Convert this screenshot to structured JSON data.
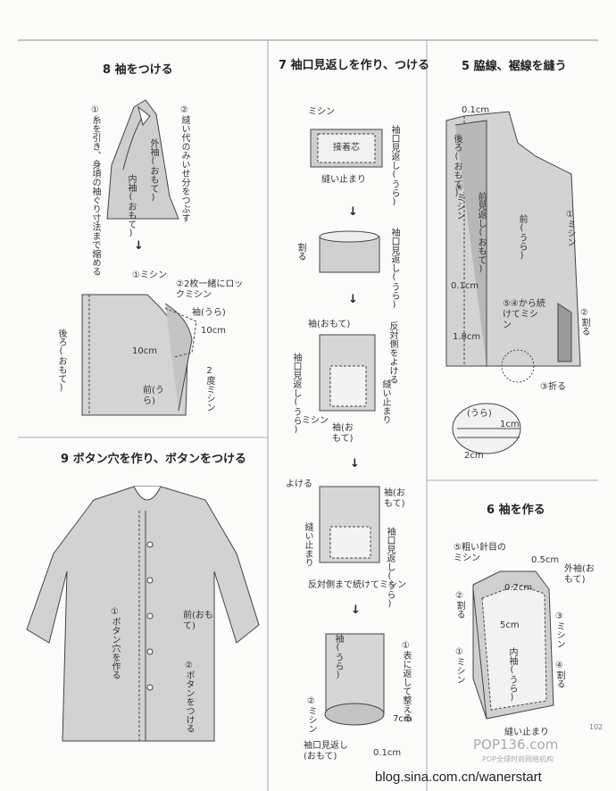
{
  "steps": {
    "s8": {
      "title": "8 袖をつける",
      "labels": {
        "l1": "①糸を引き、身頃の袖ぐり寸法まで縮める",
        "l2": "②縫い代のみいせ分をつぶす",
        "outer_sleeve": "外袖(おもて)",
        "inner_sleeve": "内袖(おもて)",
        "machine1": "①ミシン",
        "lock": "②2枚一緒にロックミシン",
        "sleeve_wrong": "袖(うら)",
        "cm10a": "10cm",
        "cm10b": "10cm",
        "back": "後ろ(おもて)",
        "front": "前(うら)",
        "double": "2度ミシン"
      }
    },
    "s9": {
      "title": "9 ボタン穴を作り、ボタンをつける",
      "labels": {
        "hole": "①ボタン穴を作る",
        "front": "前(おもて)",
        "button": "②ボタンをつける"
      }
    },
    "s7": {
      "title": "7 袖口見返しを作り、つける",
      "labels": {
        "machine": "ミシン",
        "facing_wrong": "袖口見返し(うら)",
        "interfacing": "接着芯",
        "stop": "縫い止まり",
        "split": "割る",
        "facing_wrong2": "袖口見返し(うら)",
        "sleeve_face": "袖(おもて)",
        "avoid_other": "反対側をよける",
        "facing_wrong3": "袖口見返し(うら)",
        "stop2": "縫い止まり",
        "machine2": "ミシン",
        "sleeve_face2": "袖(おもて)",
        "avoid": "よける",
        "sleeve_face3": "袖(おもて)",
        "stop3": "縫い止まり",
        "facing_wrong4": "袖口見返し(うら)",
        "continue": "反対側まで続けてミシン",
        "sleeve_wrong": "袖(うら)",
        "fold_front": "①表に返して整える",
        "machine3": "②ミシン",
        "cm7": "7cm",
        "facing_face": "袖口見返し(おもて)",
        "cm01": "0.1cm"
      }
    },
    "s5": {
      "title": "5 脇線、裾線を縫う",
      "labels": {
        "cm01a": "0.1cm",
        "back": "後ろ(おもて)",
        "machine4": "④ミシン",
        "facing": "前見返し(おもて)",
        "front": "前(うら)",
        "machine1": "①ミシン",
        "cm01b": "0.1cm",
        "cont": "⑤④から続けてミシン",
        "split": "②割る",
        "cm18": "1.8cm",
        "fold": "③折る",
        "ura": "(うら)",
        "cm1": "1cm",
        "cm2": "2cm"
      }
    },
    "s6": {
      "title": "6 袖を作る",
      "labels": {
        "coarse": "⑤粗い針目のミシン",
        "cm05": "0.5cm",
        "cm02": "0.2cm",
        "outer": "外袖(おもて)",
        "split2": "②割る",
        "cm5": "5cm",
        "machine3": "③ミシン",
        "inner": "内袖(うら)",
        "machine1": "①ミシン",
        "split4": "④割る",
        "stop": "縫い止まり"
      }
    }
  },
  "watermark": {
    "brand": "POP136.com",
    "sub": "POP全球时尚网络机构"
  },
  "footer": "blog.sina.com.cn/wanerstart",
  "page_no": "102"
}
